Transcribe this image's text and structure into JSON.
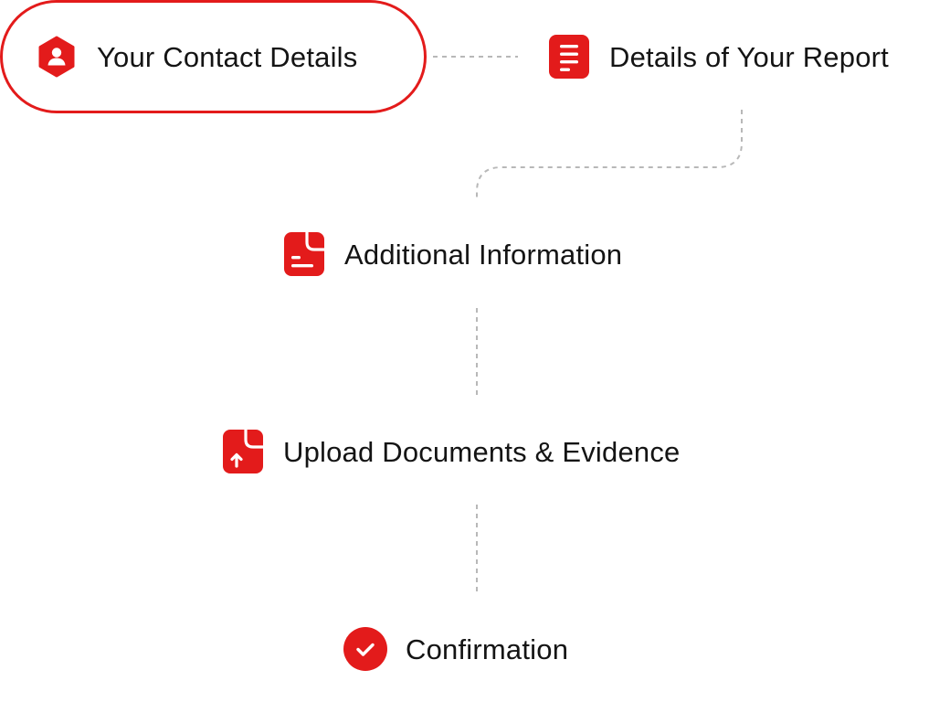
{
  "theme": {
    "accent": "#E31B1B",
    "text": "#141414",
    "connector": "#B8B8B8"
  },
  "steps": [
    {
      "label": "Your Contact Details",
      "icon": "user-hexagon-icon",
      "state": "active"
    },
    {
      "label": "Details of Your Report",
      "icon": "document-lines-icon",
      "state": "pending"
    },
    {
      "label": "Additional Information",
      "icon": "notes-file-icon",
      "state": "pending"
    },
    {
      "label": "Upload Documents & Evidence",
      "icon": "file-upload-icon",
      "state": "pending"
    },
    {
      "label": "Confirmation",
      "icon": "check-circle-icon",
      "state": "pending"
    }
  ]
}
